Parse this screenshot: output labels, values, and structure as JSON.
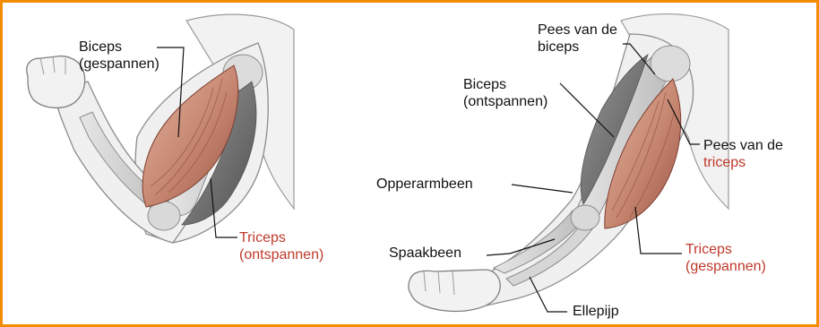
{
  "labels": {
    "biceps_tense": [
      "Biceps",
      "(gespannen)"
    ],
    "triceps_relaxed": [
      "Triceps",
      "(ontspannen)"
    ],
    "biceps_tendon": [
      "Pees van de",
      "biceps"
    ],
    "biceps_relaxed": [
      "Biceps",
      "(ontspannen)"
    ],
    "triceps_tendon": [
      "Pees van de",
      "triceps"
    ],
    "humerus": "Opperarmbeen",
    "radius": "Spaakbeen",
    "triceps_tense": [
      "Triceps",
      "(gespannen)"
    ],
    "ulna": "Ellepijp"
  },
  "colors": {
    "border": "#f28c00",
    "muscle": "#c98a74",
    "muscle_dark": "#8e4a3a",
    "relaxed_muscle": "#6c6c6c",
    "bone": "#cfcfcf",
    "skin": "#f0f0f0",
    "outline": "#8c8c8c",
    "label_red": "#c0392b"
  }
}
